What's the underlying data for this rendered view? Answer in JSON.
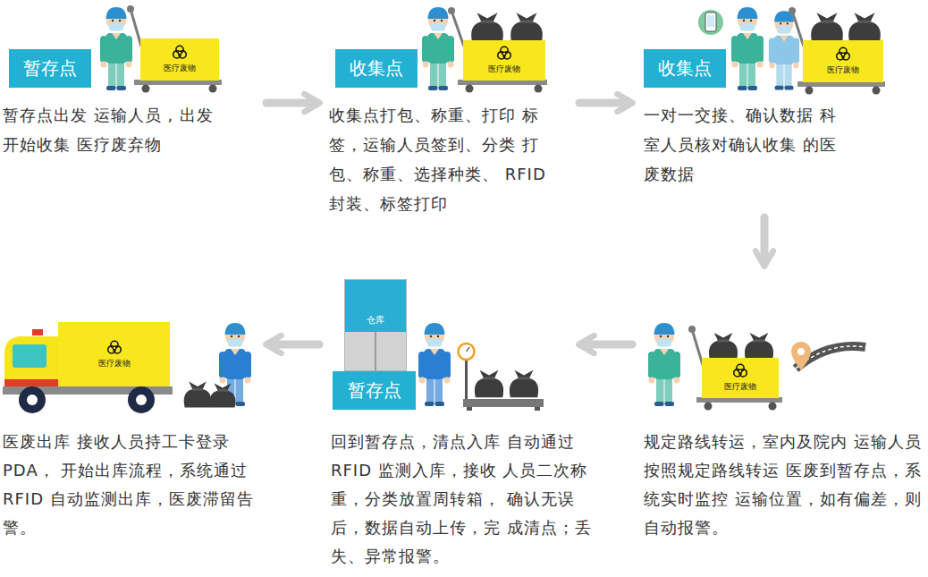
{
  "diagram": {
    "nodes": [
      {
        "text": [
          "暂存点出发 运输人员 , 出发开始收集 医疗废弃物"
        ]
      },
      {
        "text": [
          "暂存点"
        ],
        "in": 0
      },
      {
        "text": [
          "医疗废物"
        ],
        "in": 0
      },
      {
        "text": [
          "收集点打包、称重、打印 标签，运输人员签到、分类 打包、称重、选择种类、 RFID 封装、标签打印"
        ]
      },
      {
        "text": [
          "收集点"
        ],
        "in": 3
      },
      {
        "text": [
          "医疗废物"
        ],
        "in": 3
      },
      {
        "text": [
          "一对一交接、确认数据 科室人员核对确认收集 的医废数据"
        ]
      },
      {
        "text": [
          "收集点"
        ],
        "in": 6
      },
      {
        "text": [
          "医疗废物"
        ],
        "in": 6
      },
      {
        "text": [
          "规定路线转运，室内及院内 运输人员按照规定路线转运 医废到暂存点，系统实时监控 运输位置，如有偏差，则自动报警。"
        ]
      },
      {
        "text": [
          "医疗废物"
        ],
        "in": 9
      },
      {
        "text": [
          "回到暂存点，清点入库 自动通过 RFID 监测入库，接收 人员二次称重，分类放置周转箱， 确认无误后，数据自动上传，完 成清点；丢失、异常报警。"
        ]
      },
      {
        "text": [
          "仓库"
        ],
        "in": 11
      },
      {
        "text": [
          "暂存点"
        ],
        "in": 11
      },
      {
        "text": [
          "医废出库 接收人员持工卡登录 PDA， 开始出库流程，系统通过 RFID 自动监测出库，医废滞留告警。"
        ]
      },
      {
        "text": [
          "医疗废物"
        ],
        "in": 14
      }
    ],
    "edges": [
      {
        "from": 0,
        "to": 3,
        "arrow": "to"
      },
      {
        "from": 3,
        "to": 6,
        "arrow": "to"
      },
      {
        "from": 6,
        "to": 9,
        "arrow": "to"
      },
      {
        "from": 9,
        "to": 11,
        "arrow": "to"
      },
      {
        "from": 11,
        "to": 14,
        "arrow": "to"
      }
    ]
  }
}
